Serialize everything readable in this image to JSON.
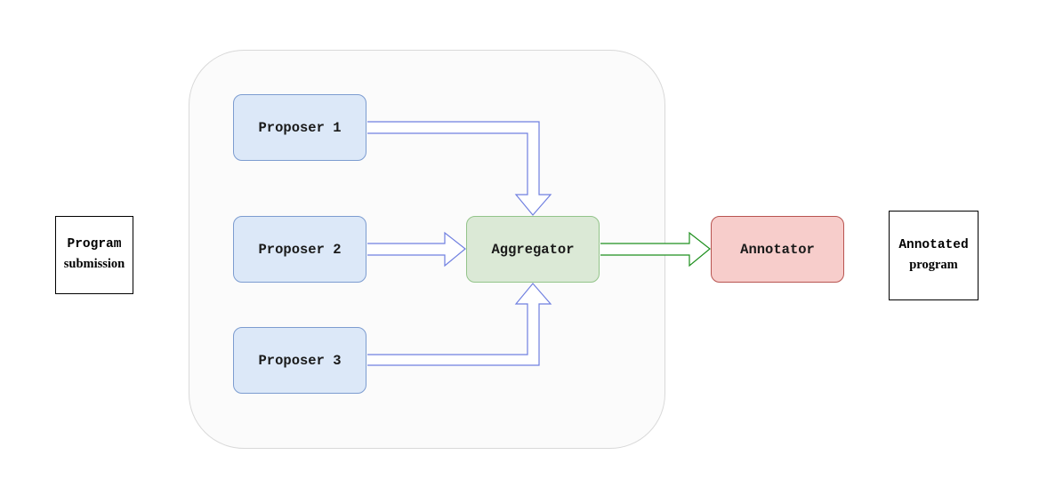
{
  "diagram": {
    "input": {
      "lines": [
        "Program",
        "submission"
      ]
    },
    "proposers": [
      {
        "label": "Proposer 1"
      },
      {
        "label": "Proposer 2"
      },
      {
        "label": "Proposer 3"
      }
    ],
    "aggregator": {
      "label": "Aggregator"
    },
    "annotator": {
      "label": "Annotator"
    },
    "output": {
      "lines": [
        "Annotated",
        "program"
      ]
    },
    "colors": {
      "proposer_fill": "#dce8f8",
      "proposer_border": "#7c9cd0",
      "aggregator_fill": "#dbe9d6",
      "aggregator_border": "#93c48a",
      "annotator_fill": "#f7cdcb",
      "annotator_border": "#b85450",
      "proposer_arrow": "#6f7fe0",
      "output_arrow": "#1d8f1d",
      "group_panel_fill": "#fbfbfb"
    }
  }
}
